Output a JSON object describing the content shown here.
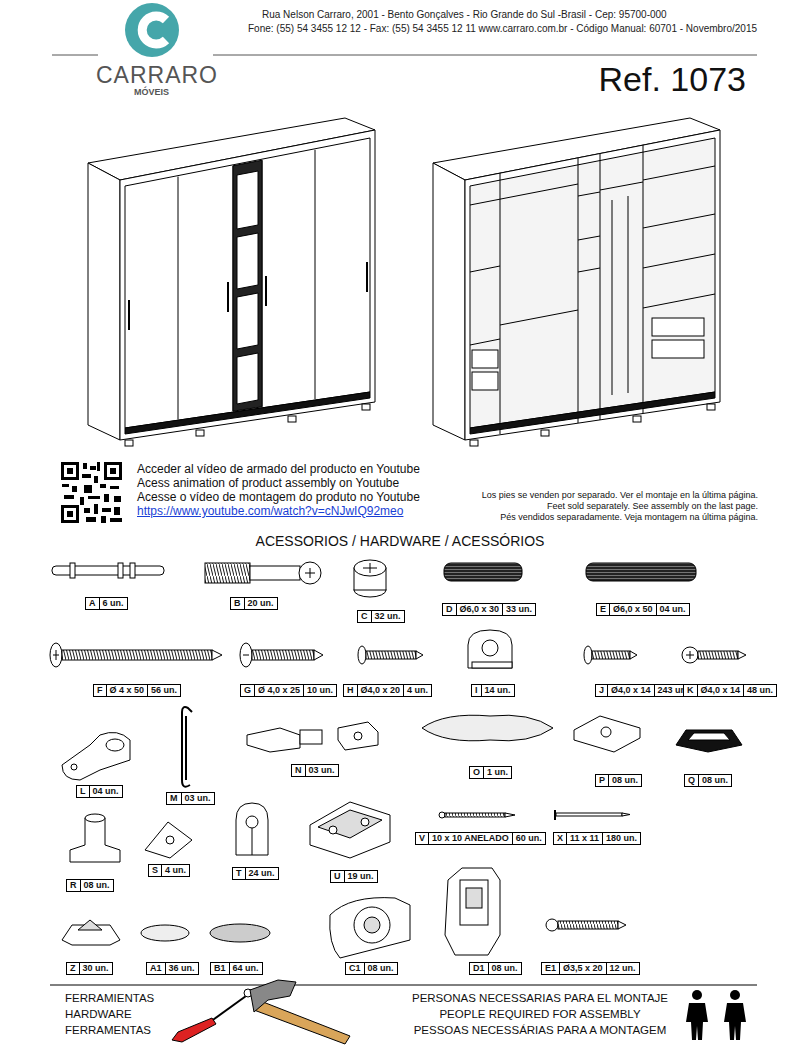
{
  "diagram": {
    "title": "Ref. 1073",
    "nodes": [
      {
        "text": [
          "A",
          "6 un."
        ]
      },
      {
        "text": [
          "B",
          "20 un."
        ]
      },
      {
        "text": [
          "C",
          "32 un."
        ]
      },
      {
        "text": [
          "D",
          "Ø6,0 x 30",
          "33 un."
        ]
      },
      {
        "text": [
          "E",
          "Ø6,0 x 50",
          "04 un."
        ]
      },
      {
        "text": [
          "F",
          "Ø 4 x 50",
          "56 un."
        ]
      },
      {
        "text": [
          "G",
          "Ø 4,0 x 25",
          "10 un."
        ]
      },
      {
        "text": [
          "H",
          "Ø4,0 x 20",
          "4 un."
        ]
      },
      {
        "text": [
          "I",
          "14 un."
        ]
      },
      {
        "text": [
          "J",
          "Ø4,0 x 14",
          "243 un."
        ]
      },
      {
        "text": [
          "K",
          "Ø4,0 x 14",
          "48 un."
        ]
      },
      {
        "text": [
          "L",
          "04 un."
        ]
      },
      {
        "text": [
          "M",
          "03 un."
        ]
      },
      {
        "text": [
          "N",
          "03 un."
        ]
      },
      {
        "text": [
          "O",
          "1 un."
        ]
      },
      {
        "text": [
          "P",
          "08 un."
        ]
      },
      {
        "text": [
          "Q",
          "08 un."
        ]
      },
      {
        "text": [
          "R",
          "08 un."
        ]
      },
      {
        "text": [
          "S",
          "4 un."
        ]
      },
      {
        "text": [
          "T",
          "24 un."
        ]
      },
      {
        "text": [
          "U",
          "19 un."
        ]
      },
      {
        "text": [
          "V",
          "10 x 10 ANELADO",
          "60 un."
        ]
      },
      {
        "text": [
          "X",
          "11 x 11",
          "180 un."
        ]
      },
      {
        "text": [
          "Z",
          "30 un."
        ]
      },
      {
        "text": [
          "A1",
          "36 un."
        ]
      },
      {
        "text": [
          "B1",
          "64 un."
        ]
      },
      {
        "text": [
          "C1",
          "08 un."
        ]
      },
      {
        "text": [
          "D1",
          "08 un."
        ]
      },
      {
        "text": [
          "E1",
          "Ø3,5 x 20",
          "12 un."
        ]
      }
    ],
    "labels": [
      "Rua Nelson Carraro, 2001 - Bento Gonçalves - Rio Grande do Sul -Brasil - Cep: 95700-000",
      "Fone: (55) 54 3455 12 12 - Fax: (55) 54 3455 12 11 www.carraro.com.br - Código Manual: 60701 - Novembro/2015",
      "CARRARO",
      "MÓVEIS",
      "Acceder al vídeo de armado del producto en Youtube",
      "Acess animation of product assembly on Youtube",
      "Acesse o vídeo de montagem do produto no Youtube",
      "https://www.youtube.com/watch?v=cNJwIQ92meo",
      "Los pies se venden por separado. Ver el montaje en la última página.",
      "Feet sold separately. See assembly on the last page.",
      "Pés vendidos separadamente. Veja montagem na última página.",
      "ACESSORIOS / HARDWARE / ACESSÓRIOS",
      "FERRAMIENTAS",
      "HARDWARE",
      "FERRAMENTAS",
      "PERSONAS NECESSARIAS PARA EL MONTAJE",
      "PEOPLE REQUIRED FOR ASSEMBLY",
      "PESSOAS NECESSÁRIAS PARA A MONTAGEM"
    ]
  }
}
